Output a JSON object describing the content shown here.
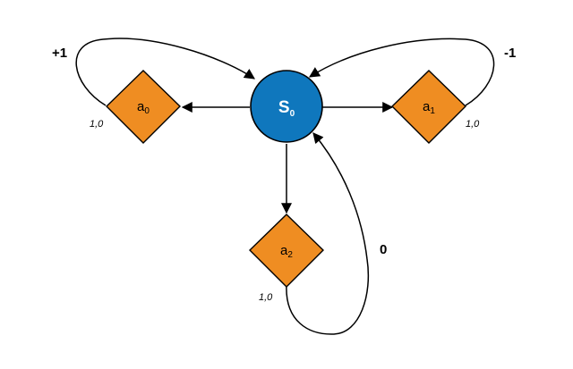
{
  "state": {
    "label": "S",
    "subscript": "0",
    "fill": "#0f77bd",
    "stroke": "#000000"
  },
  "actions": [
    {
      "label": "a",
      "subscript": "0",
      "probability": "1,0",
      "reward": "+1"
    },
    {
      "label": "a",
      "subscript": "1",
      "probability": "1,0",
      "reward": "-1"
    },
    {
      "label": "a",
      "subscript": "2",
      "probability": "1,0",
      "reward": "0"
    }
  ],
  "colors": {
    "action_fill": "#ef8d22",
    "action_stroke": "#000000",
    "edge": "#000000"
  }
}
